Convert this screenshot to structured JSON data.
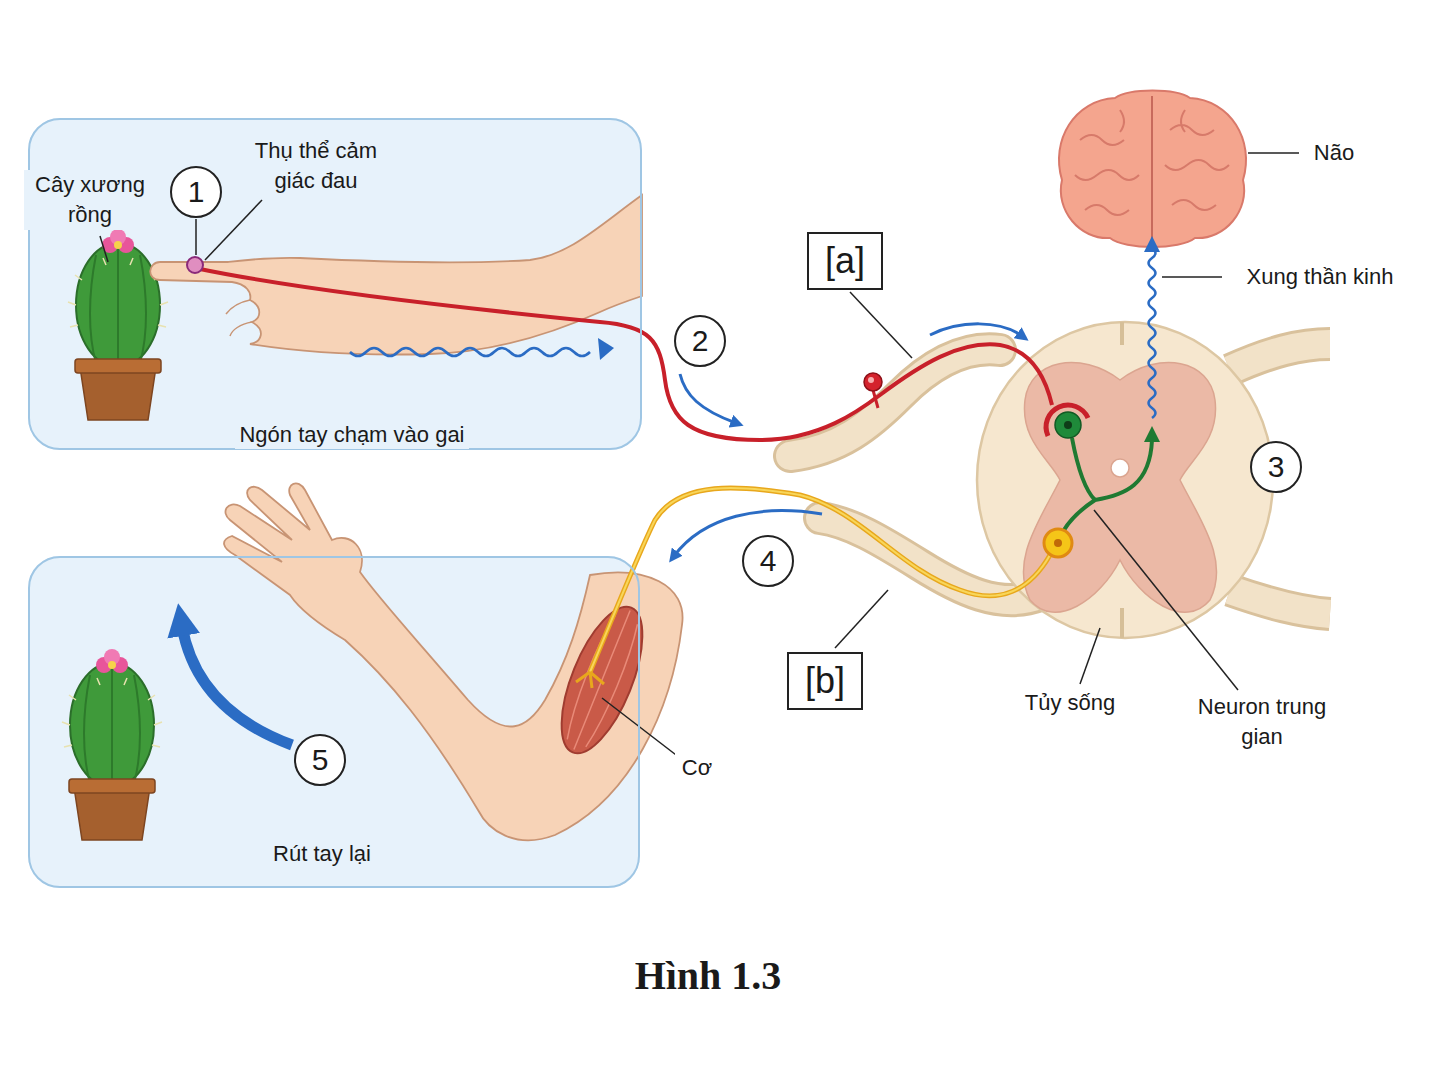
{
  "diagram": {
    "caption": "Hình 1.3",
    "nodes": [
      {
        "text": [
          "Ngón tay chạm vào gai"
        ]
      },
      {
        "text": [
          "1"
        ],
        "in": 0
      },
      {
        "text": [
          "2"
        ]
      },
      {
        "text": [
          "3"
        ]
      },
      {
        "text": [
          "4"
        ]
      },
      {
        "text": [
          "Rút tay lại"
        ]
      },
      {
        "text": [
          "5"
        ],
        "in": 5
      },
      {
        "text": [
          "[a]"
        ]
      },
      {
        "text": [
          "[b]"
        ]
      }
    ],
    "labels": [
      "Cây xương rồng",
      "Thụ thể cảm giác đau",
      "Não",
      "Xung thần kinh",
      "Neuron trung gian",
      "Tủy sống",
      "Cơ"
    ]
  }
}
